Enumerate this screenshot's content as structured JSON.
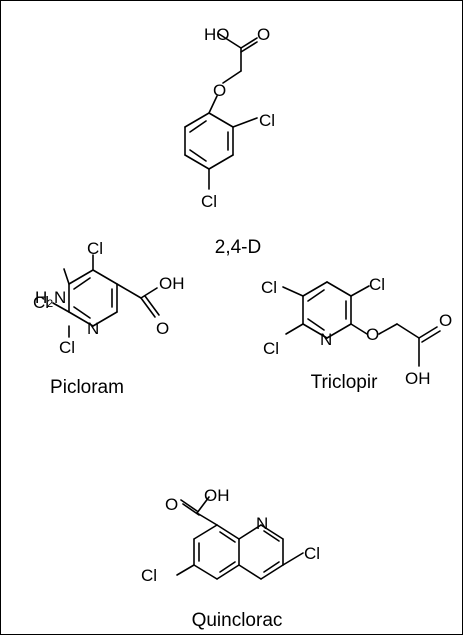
{
  "compounds": [
    {
      "name": "2,4-D",
      "atoms": {
        "ho": "HO",
        "o_carbonyl": "O",
        "o_ether": "O",
        "cl_2": "Cl",
        "cl_4": "Cl"
      }
    },
    {
      "name": "Picloram",
      "atoms": {
        "nh2_h": "H",
        "nh2_sub": "2",
        "nh2_n": "N",
        "cl_3": "Cl",
        "cl_5": "Cl",
        "cl_6": "Cl",
        "n_ring": "N",
        "oh": "OH",
        "o_carbonyl": "O"
      }
    },
    {
      "name": "Triclopir",
      "atoms": {
        "cl_5": "Cl",
        "cl_3": "Cl",
        "cl_6": "Cl",
        "n_ring": "N",
        "o_ether": "O",
        "o_carbonyl": "O",
        "oh": "OH"
      }
    },
    {
      "name": "Quinclorac",
      "atoms": {
        "oh": "OH",
        "o_carbonyl": "O",
        "n_ring": "N",
        "cl_3": "Cl",
        "cl_7": "Cl"
      }
    }
  ],
  "colors": {
    "ink": "#000000",
    "background": "#ffffff"
  }
}
